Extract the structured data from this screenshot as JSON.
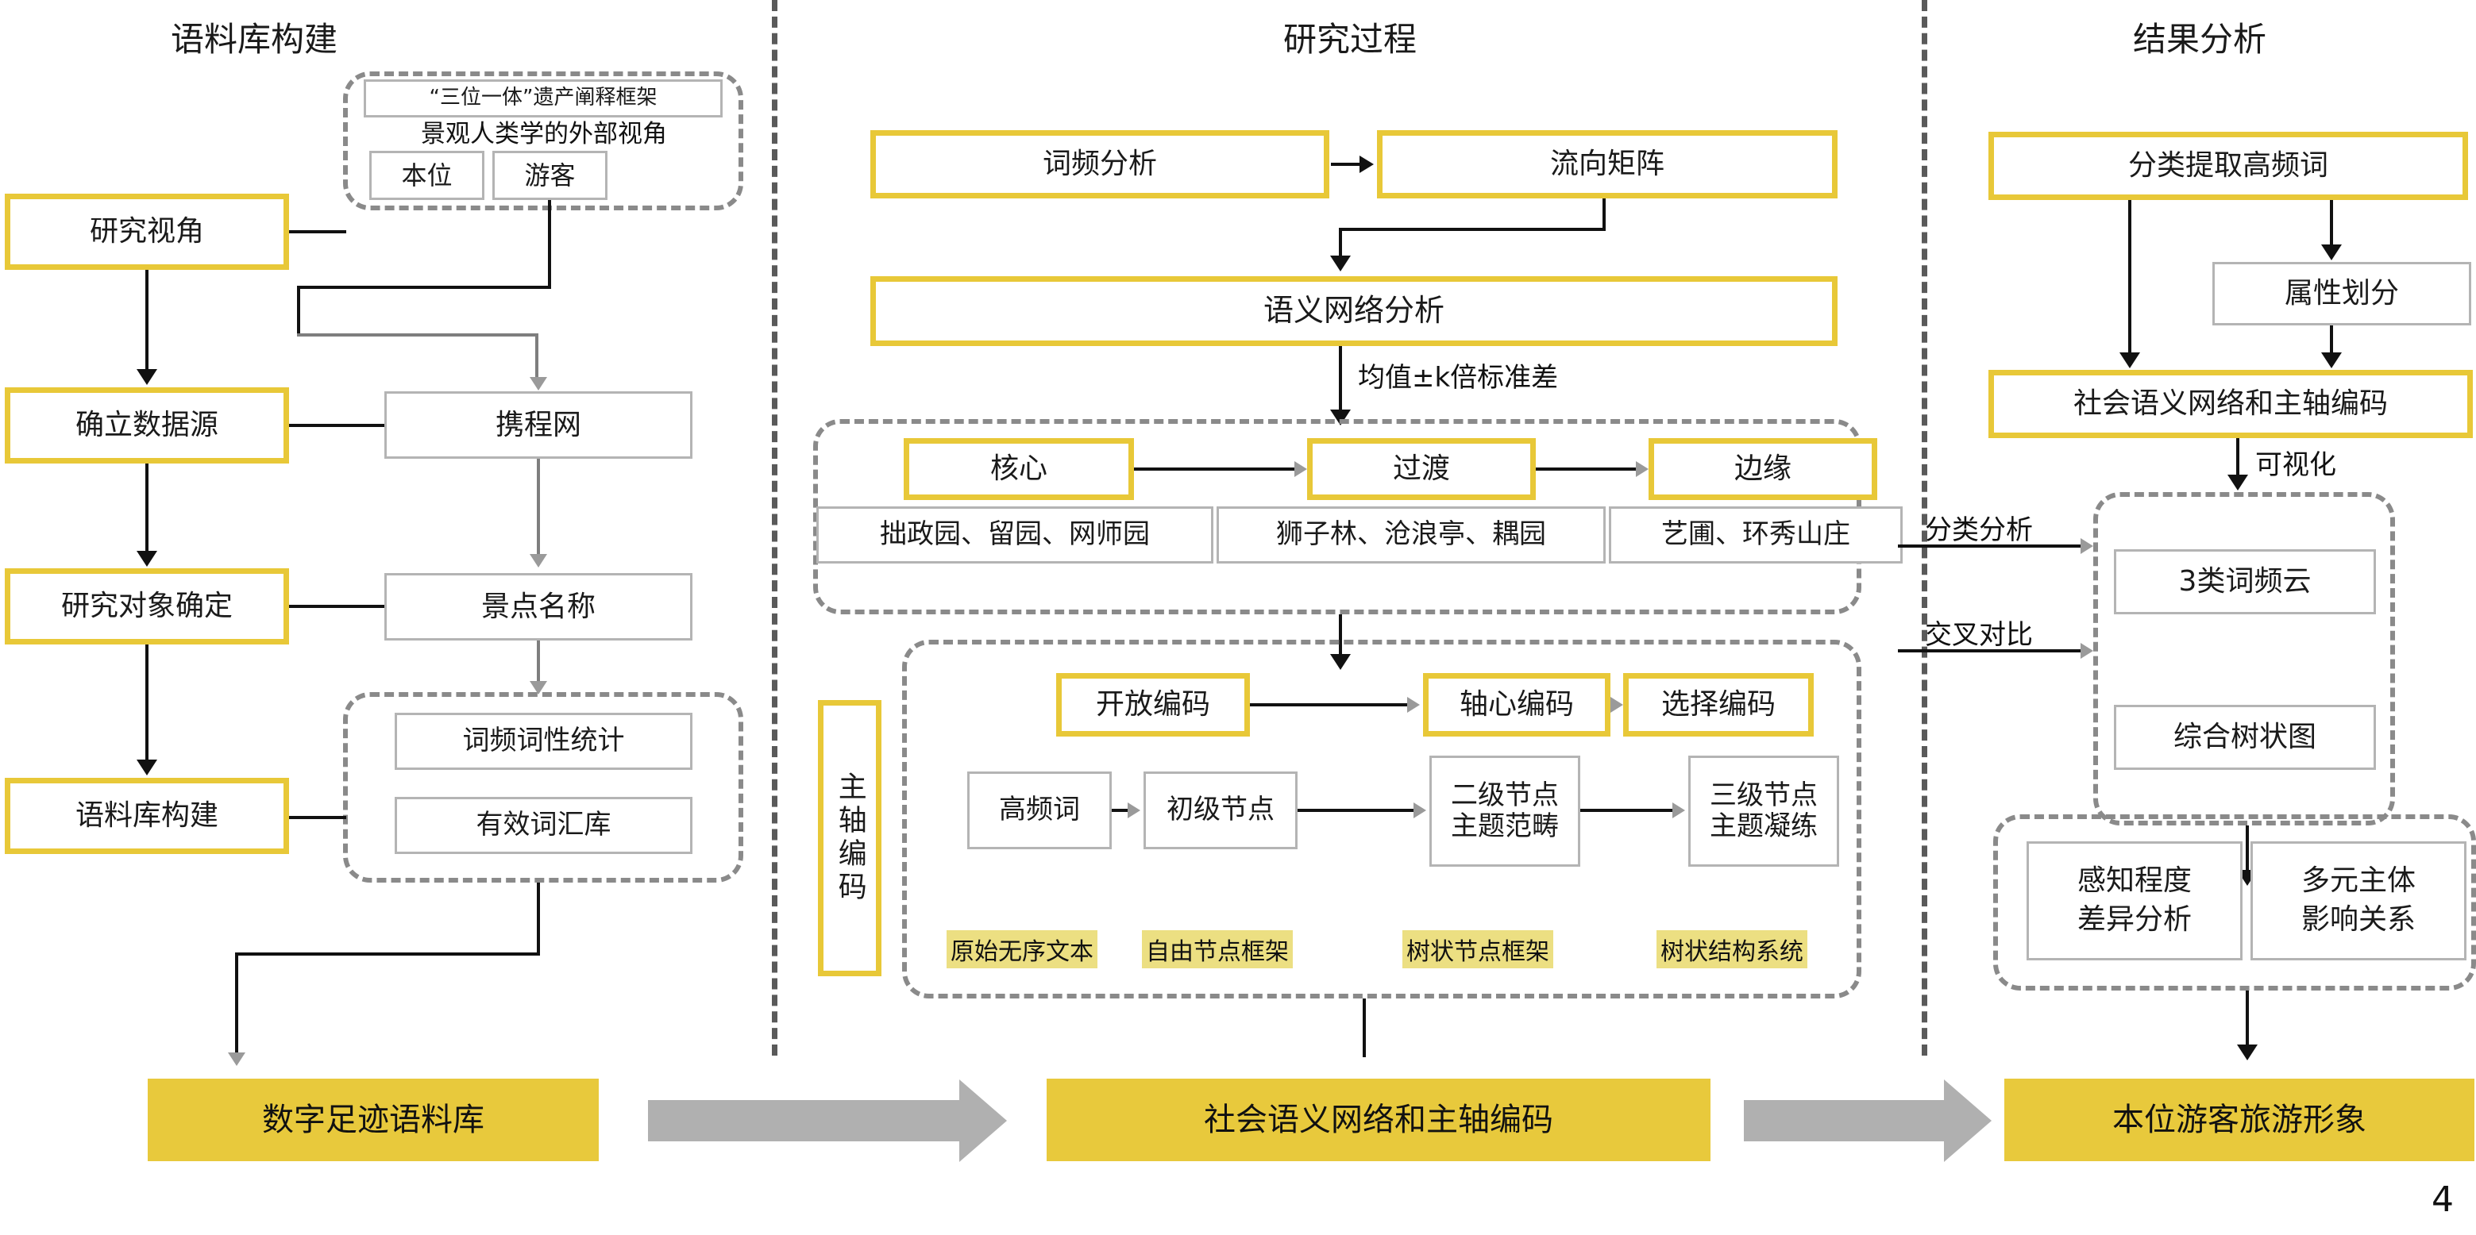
{
  "page": {
    "number": "4",
    "accent_yellow": "#e8c838",
    "fill_yellow": "#e8c93c",
    "highlight_yellow": "#ecdf82",
    "grey": "#b4b4b4",
    "dash_grey": "#8a8a8a"
  },
  "columns": {
    "left": {
      "title": "语料库构建"
    },
    "middle": {
      "title": "研究过程"
    },
    "right": {
      "title": "结果分析"
    }
  },
  "left": {
    "steps": [
      {
        "label": "研究视角"
      },
      {
        "label": "确立数据源"
      },
      {
        "label": "研究对象确定"
      },
      {
        "label": "语料库构建"
      }
    ],
    "perspective_group": {
      "framework": "“三位一体”遗产阐释框架",
      "caption": "景观人类学的外部视角",
      "items": [
        {
          "label": "本位"
        },
        {
          "label": "游客"
        }
      ]
    },
    "source": {
      "label": "携程网"
    },
    "object": {
      "label": "景点名称"
    },
    "corpus_group": {
      "items": [
        {
          "label": "词频词性统计"
        },
        {
          "label": "有效词汇库"
        }
      ]
    }
  },
  "middle": {
    "top": [
      {
        "label": "词频分析"
      },
      {
        "label": "流向矩阵"
      }
    ],
    "semantic": {
      "label": "语义网络分析"
    },
    "threshold_label": "均值±k倍标准差",
    "tier_group": {
      "tiers": [
        {
          "label": "核心"
        },
        {
          "label": "过渡"
        },
        {
          "label": "边缘"
        }
      ],
      "gardens": [
        {
          "label": "拙政园、留园、网师园"
        },
        {
          "label": "狮子林、沧浪亭、耦园"
        },
        {
          "label": "艺圃、环秀山庄"
        }
      ]
    },
    "axis_label": "主轴编码",
    "coding_group": {
      "coding_steps": [
        {
          "label": "开放编码"
        },
        {
          "label": "轴心编码"
        },
        {
          "label": "选择编码"
        }
      ],
      "node_steps": [
        {
          "label": "高频词"
        },
        {
          "label": "初级节点"
        },
        {
          "label": "二级节点\n主题范畴"
        },
        {
          "label": "三级节点\n主题凝练"
        }
      ],
      "tags": [
        {
          "label": "原始无序文本"
        },
        {
          "label": "自由节点框架"
        },
        {
          "label": "树状节点框架"
        },
        {
          "label": "树状结构系统"
        }
      ]
    }
  },
  "right": {
    "extract": {
      "label": "分类提取高频词"
    },
    "attribute": {
      "label": "属性划分"
    },
    "network": {
      "label": "社会语义网络和主轴编码"
    },
    "visualize_label": "可视化",
    "viz_group": {
      "items": [
        {
          "label": "3类词频云"
        },
        {
          "label": "综合树状图"
        }
      ]
    },
    "analysis_group": {
      "items": [
        {
          "label": "感知程度\n差异分析"
        },
        {
          "label": "多元主体\n影响关系"
        }
      ]
    },
    "cross_labels": [
      {
        "label": "分类分析"
      },
      {
        "label": "交叉对比"
      }
    ]
  },
  "bottom": {
    "bars": [
      {
        "label": "数字足迹语料库"
      },
      {
        "label": "社会语义网络和主轴编码"
      },
      {
        "label": "本位游客旅游形象"
      }
    ]
  }
}
